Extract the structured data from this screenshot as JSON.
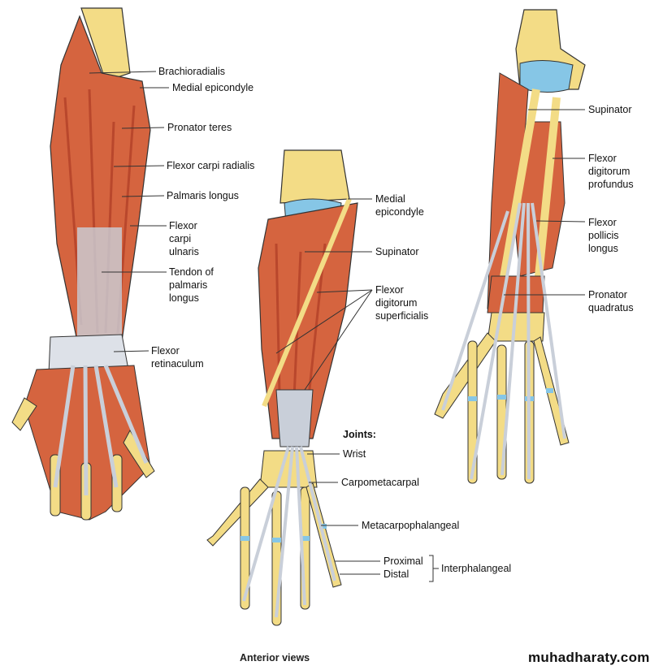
{
  "colors": {
    "bone": "#f3dc86",
    "muscle": "#d5643f",
    "muscle_dark": "#b9472c",
    "tendon": "#c9cfd9",
    "cartilage": "#86c6e6",
    "line": "#333333"
  },
  "left_view": {
    "labels": [
      "Brachioradialis",
      "Medial epicondyle",
      "Pronator teres",
      "Flexor carpi radialis",
      "Palmaris longus",
      "Flexor\ncarpi\nulnaris",
      "Tendon of\npalmaris\nlongus",
      "Flexor\nretinaculum"
    ]
  },
  "middle_view": {
    "labels": [
      "Medial\nepicondyle",
      "Supinator",
      "Flexor\ndigitorum\nsuperficialis"
    ],
    "joints_heading": "Joints:",
    "joints": [
      "Wrist",
      "Carpometacarpal",
      "Metacarpophalangeal",
      "Proximal",
      "Distal"
    ],
    "joint_group": "Interphalangeal"
  },
  "right_view": {
    "labels": [
      "Supinator",
      "Flexor\ndigitorum\nprofundus",
      "Flexor\npollicis\nlongus",
      "Pronator\nquadratus"
    ]
  },
  "caption": "Anterior views",
  "watermark": "muhadharaty.com"
}
